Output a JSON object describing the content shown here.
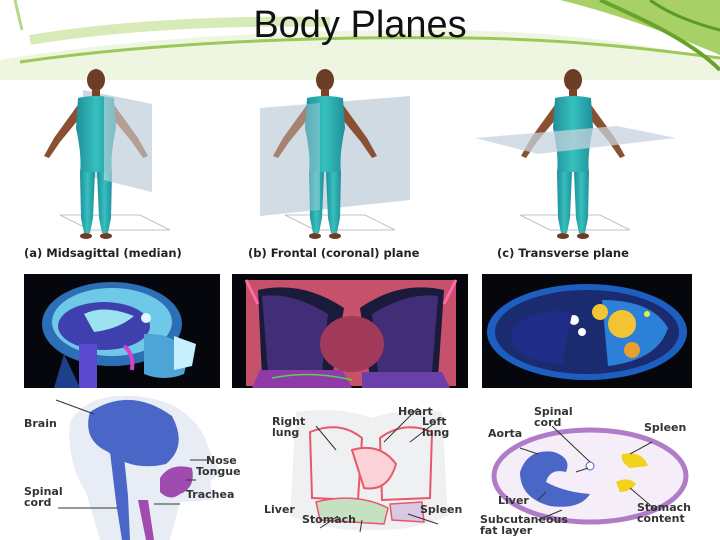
{
  "slide": {
    "title": "Body Planes"
  },
  "captions": {
    "a": "(a) Midsagittal (median)",
    "b": "(b) Frontal (coronal) plane",
    "c": "(c) Transverse plane"
  },
  "sagittal_labels": {
    "brain": "Brain",
    "nose": "Nose",
    "tongue": "Tongue",
    "trachea": "Trachea",
    "spinal_cord_1": "Spinal",
    "spinal_cord_2": "cord"
  },
  "frontal_labels": {
    "heart": "Heart",
    "right_lung_1": "Right",
    "right_lung_2": "lung",
    "left_lung_1": "Left",
    "left_lung_2": "lung",
    "liver": "Liver",
    "stomach": "Stomach",
    "spleen": "Spleen"
  },
  "transverse_labels": {
    "spinal_cord_1": "Spinal",
    "spinal_cord_2": "cord",
    "aorta": "Aorta",
    "spleen": "Spleen",
    "liver": "Liver",
    "stomach_1": "Stomach",
    "stomach_2": "content",
    "fat_1": "Subcutaneous",
    "fat_2": "fat layer"
  },
  "colors": {
    "leaf_green": "#8cc63f",
    "leaf_dark": "#4f8a1e",
    "body_teal": "#2fb3b0",
    "plane_grey": "#c7d3dd",
    "organ_blue": "#4a67c8",
    "organ_purple": "#a04bb0",
    "organ_pink": "#e8586b",
    "organ_yellow": "#f2d21b",
    "scan_black": "#06070c"
  }
}
